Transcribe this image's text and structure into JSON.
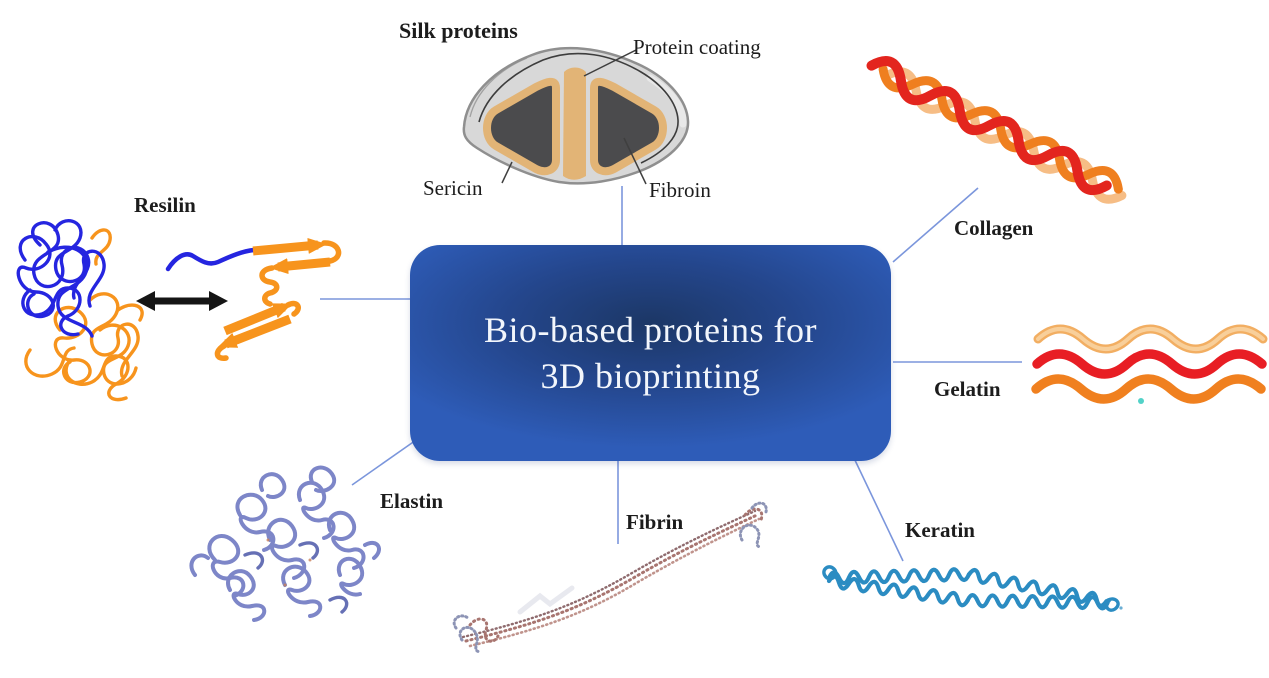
{
  "figure": {
    "center": {
      "title_line1": "Bio-based proteins for",
      "title_line2": "3D bioprinting"
    },
    "labels": {
      "silk": "Silk proteins",
      "protein_coating": "Protein coating",
      "sericin": "Sericin",
      "fibroin": "Fibroin",
      "resilin": "Resilin",
      "collagen": "Collagen",
      "gelatin": "Gelatin",
      "keratin": "Keratin",
      "fibrin": "Fibrin",
      "elastin": "Elastin"
    }
  },
  "colors": {
    "box-edge": "#2e5cb8",
    "box-center": "#1c3766",
    "box-text": "#f2f6fc",
    "connector": "#7b96dc",
    "label-ink": "#1c1c1c",
    "leader-ink": "#3f3f3f",
    "resilin-blue": "#2525e0",
    "resilin-orange": "#f7941d",
    "arrow-black": "#151515",
    "collagen-red": "#e3251e",
    "collagen-orange": "#ef7f1f",
    "collagen-light": "#f6bd85",
    "gelatin-light": "#f2ae62",
    "gelatin-red": "#e81e24",
    "gelatin-orange": "#f0801f",
    "gelatin-teal": "#52d2c8",
    "silk-gray": "#d8d8d8",
    "silk-outline": "#8f8f8f",
    "silk-contour": "#3d3d3d",
    "silk-tan": "#e2b476",
    "silk-core": "#4b4b4d",
    "keratin-blue": "#2b8cc2",
    "elastin-purple": "#7d86c8",
    "elastin-dark": "#6670b5",
    "fibrin-mauve": "#a87570",
    "fibrin-bluegray": "#8d94b5",
    "fibrin-light": "#dcdde6"
  }
}
